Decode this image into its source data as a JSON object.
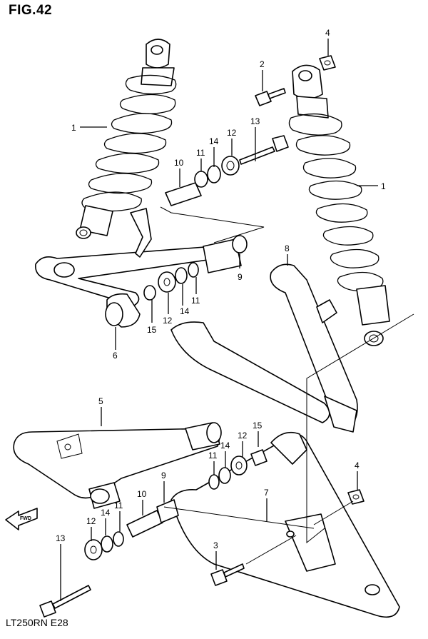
{
  "figure": {
    "title": "FIG.42",
    "model_code": "LT250RN  E28",
    "fwd_label": "FWD"
  },
  "callouts": {
    "c1a": "1",
    "c1b": "1",
    "c2": "2",
    "c3": "3",
    "c4a": "4",
    "c4b": "4",
    "c5": "5",
    "c6": "6",
    "c7": "7",
    "c8": "8",
    "c9a": "9",
    "c9b": "9",
    "c10a": "10",
    "c10b": "10",
    "c11a": "11",
    "c11b": "11",
    "c11c": "11",
    "c12a": "12",
    "c12b": "12",
    "c12c": "12",
    "c12d": "12",
    "c13a": "13",
    "c13b": "13",
    "c14a": "14",
    "c14b": "14",
    "c14c": "14",
    "c14d": "14",
    "c15a": "15",
    "c15b": "15"
  },
  "parts": [
    {
      "no": "1",
      "name": "shock-absorber"
    },
    {
      "no": "2",
      "name": "bolt"
    },
    {
      "no": "3",
      "name": "bolt"
    },
    {
      "no": "4",
      "name": "nut"
    },
    {
      "no": "5",
      "name": "upper-arm"
    },
    {
      "no": "6",
      "name": "bushing"
    },
    {
      "no": "7",
      "name": "lower-arm"
    },
    {
      "no": "8",
      "name": "upper-arm"
    },
    {
      "no": "9",
      "name": "bearing"
    },
    {
      "no": "10",
      "name": "spacer"
    },
    {
      "no": "11",
      "name": "seal"
    },
    {
      "no": "12",
      "name": "washer"
    },
    {
      "no": "13",
      "name": "bolt"
    },
    {
      "no": "14",
      "name": "washer"
    },
    {
      "no": "15",
      "name": "nut"
    }
  ]
}
